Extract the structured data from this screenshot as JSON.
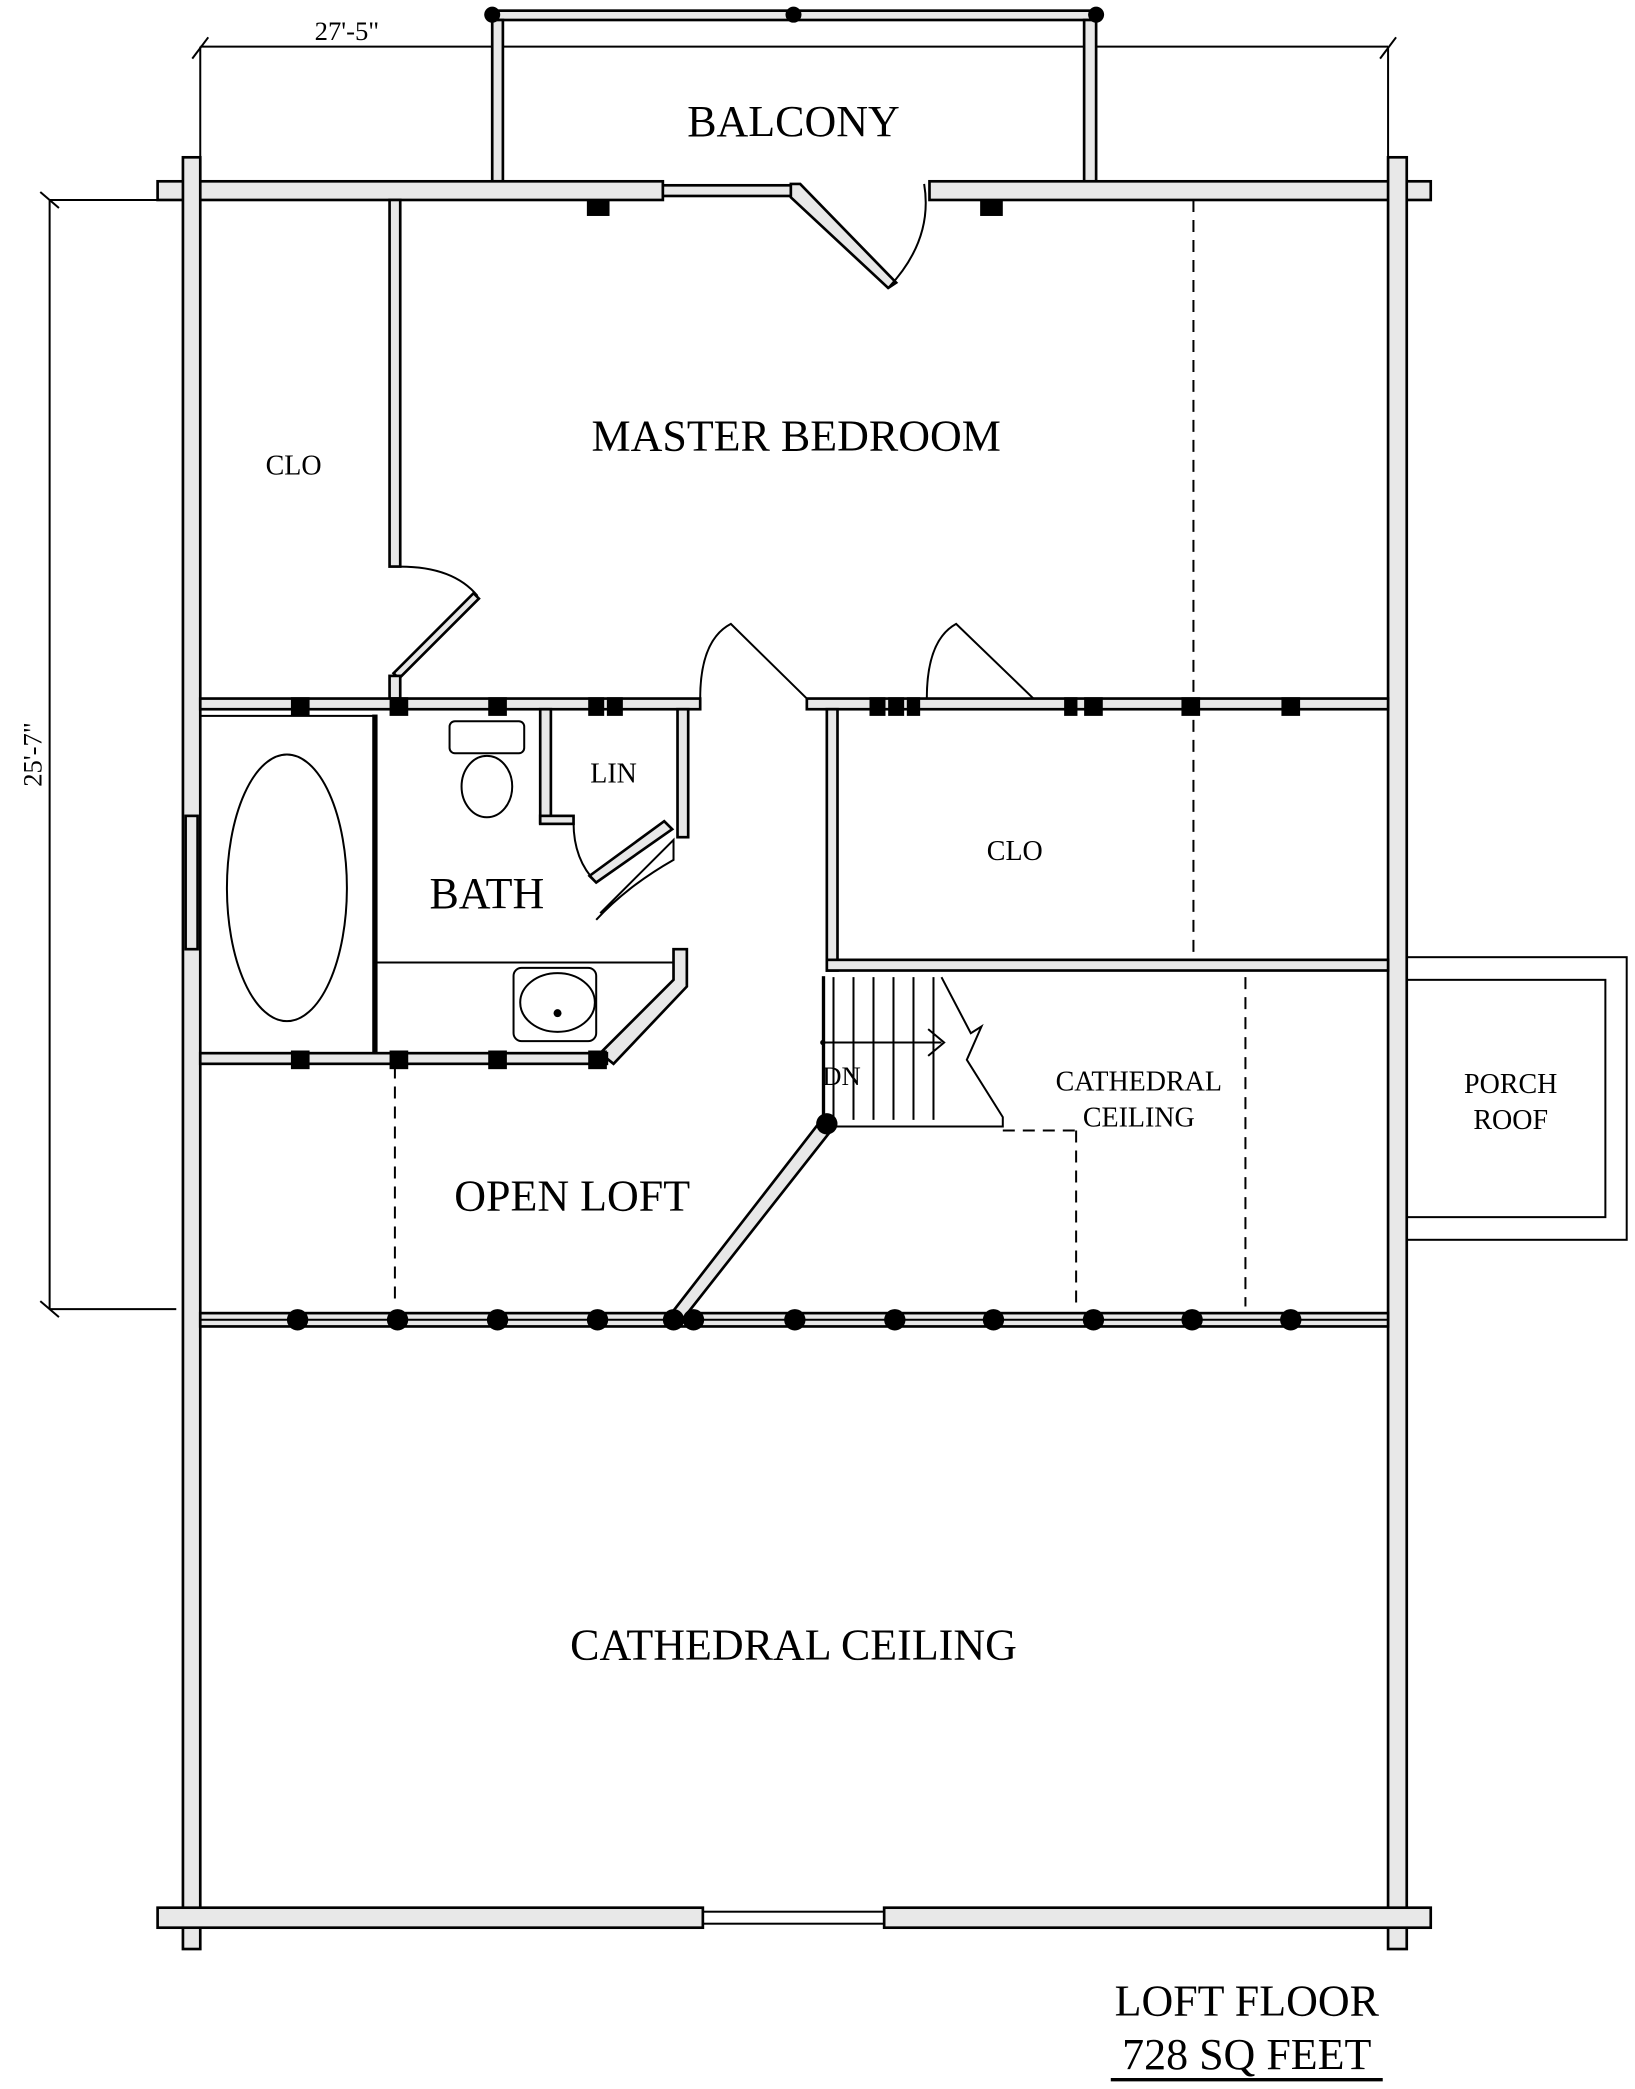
{
  "title": "LOFT FLOOR",
  "area": "728 SQ FEET",
  "dimensions": {
    "width": "27'-5\"",
    "depth": "25'-7\""
  },
  "rooms": {
    "balcony": "BALCONY",
    "master_bedroom": "MASTER BEDROOM",
    "closet_left": "CLO",
    "closet_right": "CLO",
    "linen": "LIN",
    "bath": "BATH",
    "stairs_down": "DN",
    "cathedral_ceiling_small_1": "CATHEDRAL",
    "cathedral_ceiling_small_2": "CEILING",
    "open_loft": "OPEN LOFT",
    "porch_roof_1": "PORCH",
    "porch_roof_2": "ROOF",
    "cathedral_ceiling": "CATHEDRAL CEILING"
  }
}
